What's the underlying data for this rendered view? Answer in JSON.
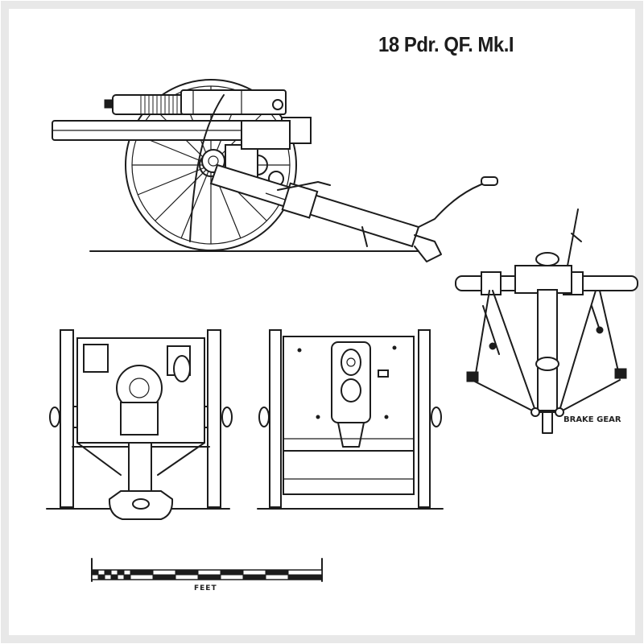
{
  "title": "18 Pdr. QF. Mk.I",
  "views": {
    "brake_gear_label": "BRAKE GEAR",
    "scale_label": "FEET"
  },
  "colors": {
    "ink": "#1c1c1c",
    "paper": "#ffffff",
    "border": "#e8e8e8"
  }
}
